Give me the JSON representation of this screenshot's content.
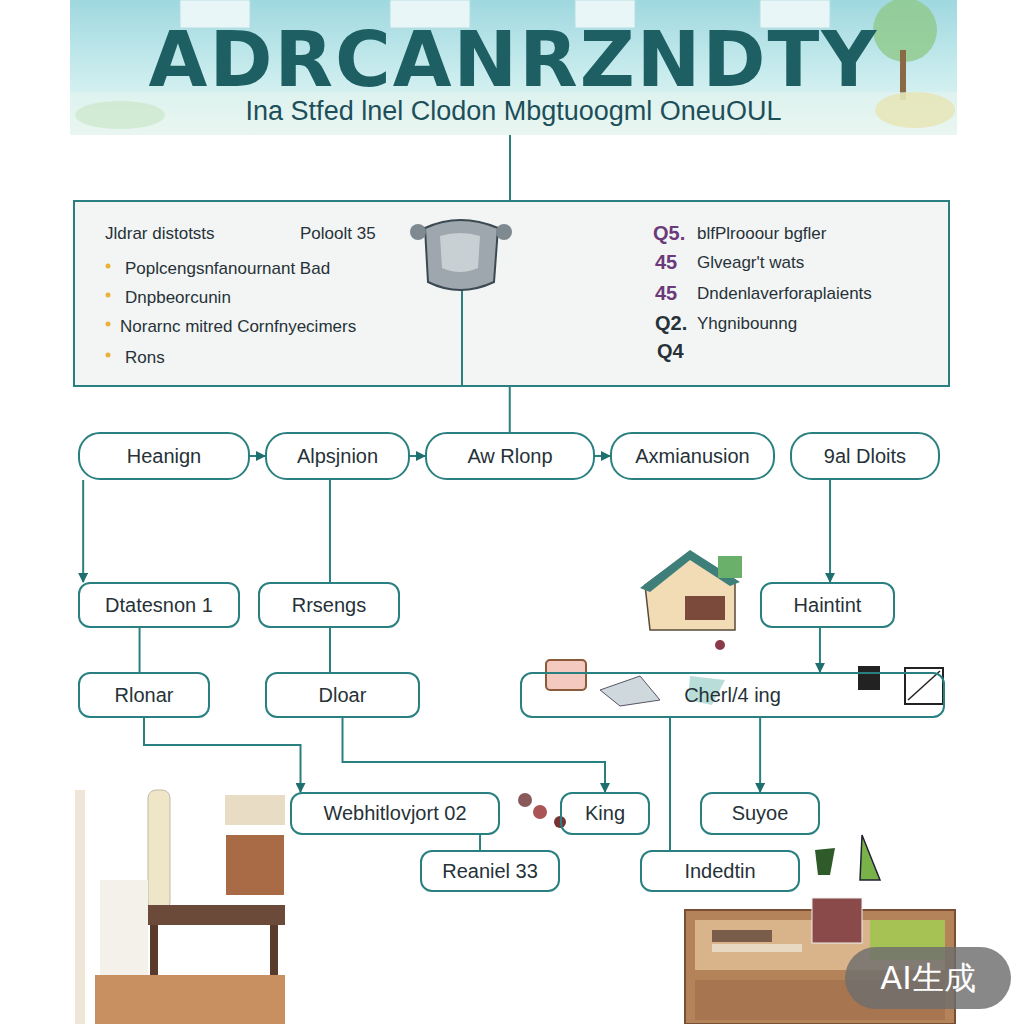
{
  "diagram": {
    "title": "ADRCANRZNDTY",
    "nodes": [
      {
        "text": [
          "Jldrar distotsts",
          "Poloolt 35",
          "Poplcengsnfanournant Bad",
          "Dnpbeorcunin",
          "Norarnc mitred Cornfnyecimers",
          "Rons",
          "Q5.",
          "blfPlrooour bgfler",
          "45",
          "Glveagr't wats",
          "45",
          "Dndenlaverforaplaients",
          "Q2.",
          "Yhgnibounng",
          "Q4"
        ]
      },
      {
        "text": [
          "Heanign"
        ]
      },
      {
        "text": [
          "Alpsjnion"
        ]
      },
      {
        "text": [
          "Aw Rlonp"
        ]
      },
      {
        "text": [
          "Axmianusion"
        ]
      },
      {
        "text": [
          "9al Dloits"
        ]
      },
      {
        "text": [
          "Dtatesnon 1"
        ]
      },
      {
        "text": [
          "Rrsengs"
        ]
      },
      {
        "text": [
          "Haintint"
        ]
      },
      {
        "text": [
          "Rlonar"
        ]
      },
      {
        "text": [
          "Dloar"
        ]
      },
      {
        "text": [
          "Cherl/4 ing"
        ]
      },
      {
        "text": [
          "Webhitlovjort 02"
        ]
      },
      {
        "text": [
          "King"
        ]
      },
      {
        "text": [
          "Suyoe"
        ]
      },
      {
        "text": [
          "Reaniel 33"
        ]
      },
      {
        "text": [
          "Indedtin"
        ]
      }
    ],
    "edges": [
      {
        "from": 0,
        "to": 3,
        "arrow": "none"
      },
      {
        "from": 1,
        "to": 2,
        "arrow": "to"
      },
      {
        "from": 2,
        "to": 3,
        "arrow": "to"
      },
      {
        "from": 3,
        "to": 4,
        "arrow": "to"
      },
      {
        "from": 1,
        "to": 6,
        "arrow": "to"
      },
      {
        "from": 2,
        "to": 7,
        "arrow": "none"
      },
      {
        "from": 5,
        "to": 8,
        "arrow": "to"
      },
      {
        "from": 6,
        "to": 9,
        "arrow": "none"
      },
      {
        "from": 7,
        "to": 10,
        "arrow": "none"
      },
      {
        "from": 8,
        "to": 11,
        "arrow": "to"
      },
      {
        "from": 9,
        "to": 12,
        "arrow": "to"
      },
      {
        "from": 10,
        "to": 13,
        "arrow": "to"
      },
      {
        "from": 11,
        "to": 14,
        "arrow": "to"
      },
      {
        "from": 11,
        "to": 16,
        "arrow": "none"
      },
      {
        "from": 12,
        "to": 15,
        "arrow": "none"
      }
    ],
    "labels": [
      "Ina Stfed lnel Clodon Mbgtuoogml OneuOUL",
      "AI生成"
    ]
  }
}
